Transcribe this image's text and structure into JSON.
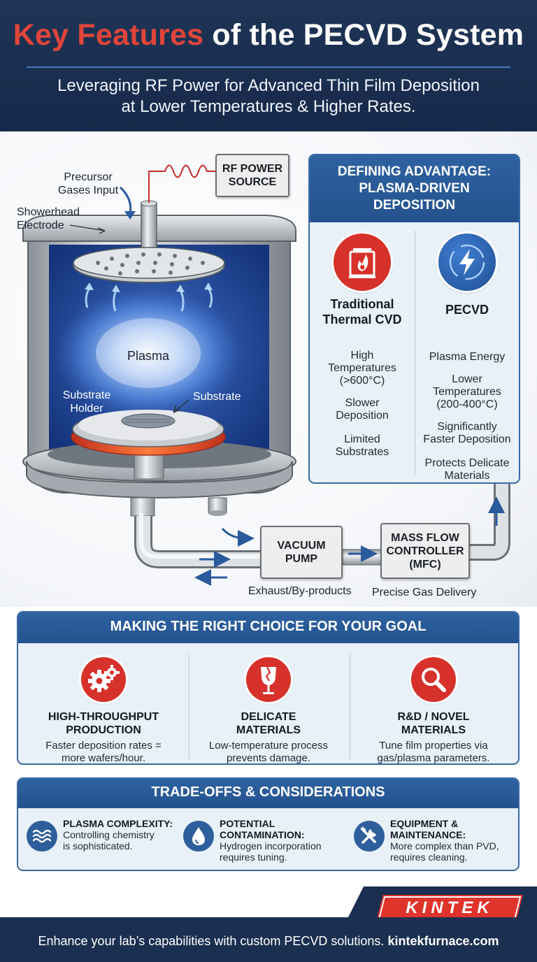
{
  "header": {
    "title_highlight": "Key Features",
    "title_rest": " of the PECVD System",
    "subtitle_line1": "Leveraging RF Power for Advanced Thin Film Deposition",
    "subtitle_line2": "at Lower Temperatures & Higher Rates."
  },
  "diagram": {
    "precursor_label_1": "Precursor",
    "precursor_label_2": "Gases Input",
    "showerhead_label_1": "Showerhead",
    "showerhead_label_2": "Electrode",
    "rf_source_1": "RF POWER",
    "rf_source_2": "SOURCE",
    "plasma_label": "Plasma",
    "substrate_holder_1": "Substrate",
    "substrate_holder_2": "Holder",
    "substrate_label": "Substrate",
    "vacuum_pump_1": "VACUUM",
    "vacuum_pump_2": "PUMP",
    "exhaust_label": "Exhaust/By-products",
    "mfc_1": "MASS FLOW",
    "mfc_2": "CONTROLLER",
    "mfc_3": "(MFC)",
    "gas_delivery_label": "Precise Gas Delivery"
  },
  "advantage": {
    "title_1": "DEFINING ADVANTAGE:",
    "title_2": "PLASMA-DRIVEN",
    "title_3": "DEPOSITION",
    "thermal": {
      "icon": "furnace-flame-icon",
      "heading_1": "Traditional",
      "heading_2": "Thermal CVD",
      "item1_1": "High",
      "item1_2": "Temperatures",
      "item1_3": "(>600°C)",
      "item2_1": "Slower",
      "item2_2": "Deposition",
      "item3_1": "Limited",
      "item3_2": "Substrates"
    },
    "pecvd": {
      "icon": "lightning-bolt-icon",
      "heading": "PECVD",
      "item1_1": "Plasma Energy",
      "item2_1": "Lower",
      "item2_2": "Temperatures",
      "item2_3": "(200-400°C)",
      "item3_1": "Significantly",
      "item3_2": "Faster Deposition",
      "item4_1": "Protects Delicate",
      "item4_2": "Materials"
    }
  },
  "goals": {
    "title": "MAKING THE RIGHT CHOICE FOR YOUR GOAL",
    "items": [
      {
        "icon": "gears-icon",
        "heading_1": "HIGH-THROUGHPUT",
        "heading_2": "PRODUCTION",
        "desc_1": "Faster deposition rates =",
        "desc_2": "more wafers/hour."
      },
      {
        "icon": "fragile-glass-icon",
        "heading_1": "DELICATE",
        "heading_2": "MATERIALS",
        "desc_1": "Low-temperature process",
        "desc_2": "prevents damage."
      },
      {
        "icon": "magnifier-icon",
        "heading_1": "R&D / NOVEL",
        "heading_2": "MATERIALS",
        "desc_1": "Tune film properties via",
        "desc_2": "gas/plasma parameters."
      }
    ]
  },
  "tradeoffs": {
    "title": "TRADE-OFFS & CONSIDERATIONS",
    "items": [
      {
        "icon": "waves-icon",
        "heading_1": "PLASMA COMPLEXITY:",
        "heading_2": "",
        "desc_1": "Controlling chemistry",
        "desc_2": "is sophisticated."
      },
      {
        "icon": "droplet-icon",
        "heading_1": "POTENTIAL",
        "heading_2": "CONTAMINATION:",
        "desc_1": "Hydrogen incorporation",
        "desc_2": "requires tuning."
      },
      {
        "icon": "tools-icon",
        "heading_1": "EQUIPMENT &",
        "heading_2": "MAINTENANCE:",
        "desc_1": "More complex than PVD,",
        "desc_2": "requires cleaning."
      }
    ]
  },
  "footer": {
    "brand": "KINTEK",
    "text": "Enhance your lab’s capabilities with custom PECVD solutions.",
    "link": "kintekfurnace.com"
  },
  "colors": {
    "header_bg": "#1f3556",
    "accent_red": "#e0453a",
    "panel_blue": "#2f62a2",
    "panel_bg": "#e8f0f8"
  }
}
